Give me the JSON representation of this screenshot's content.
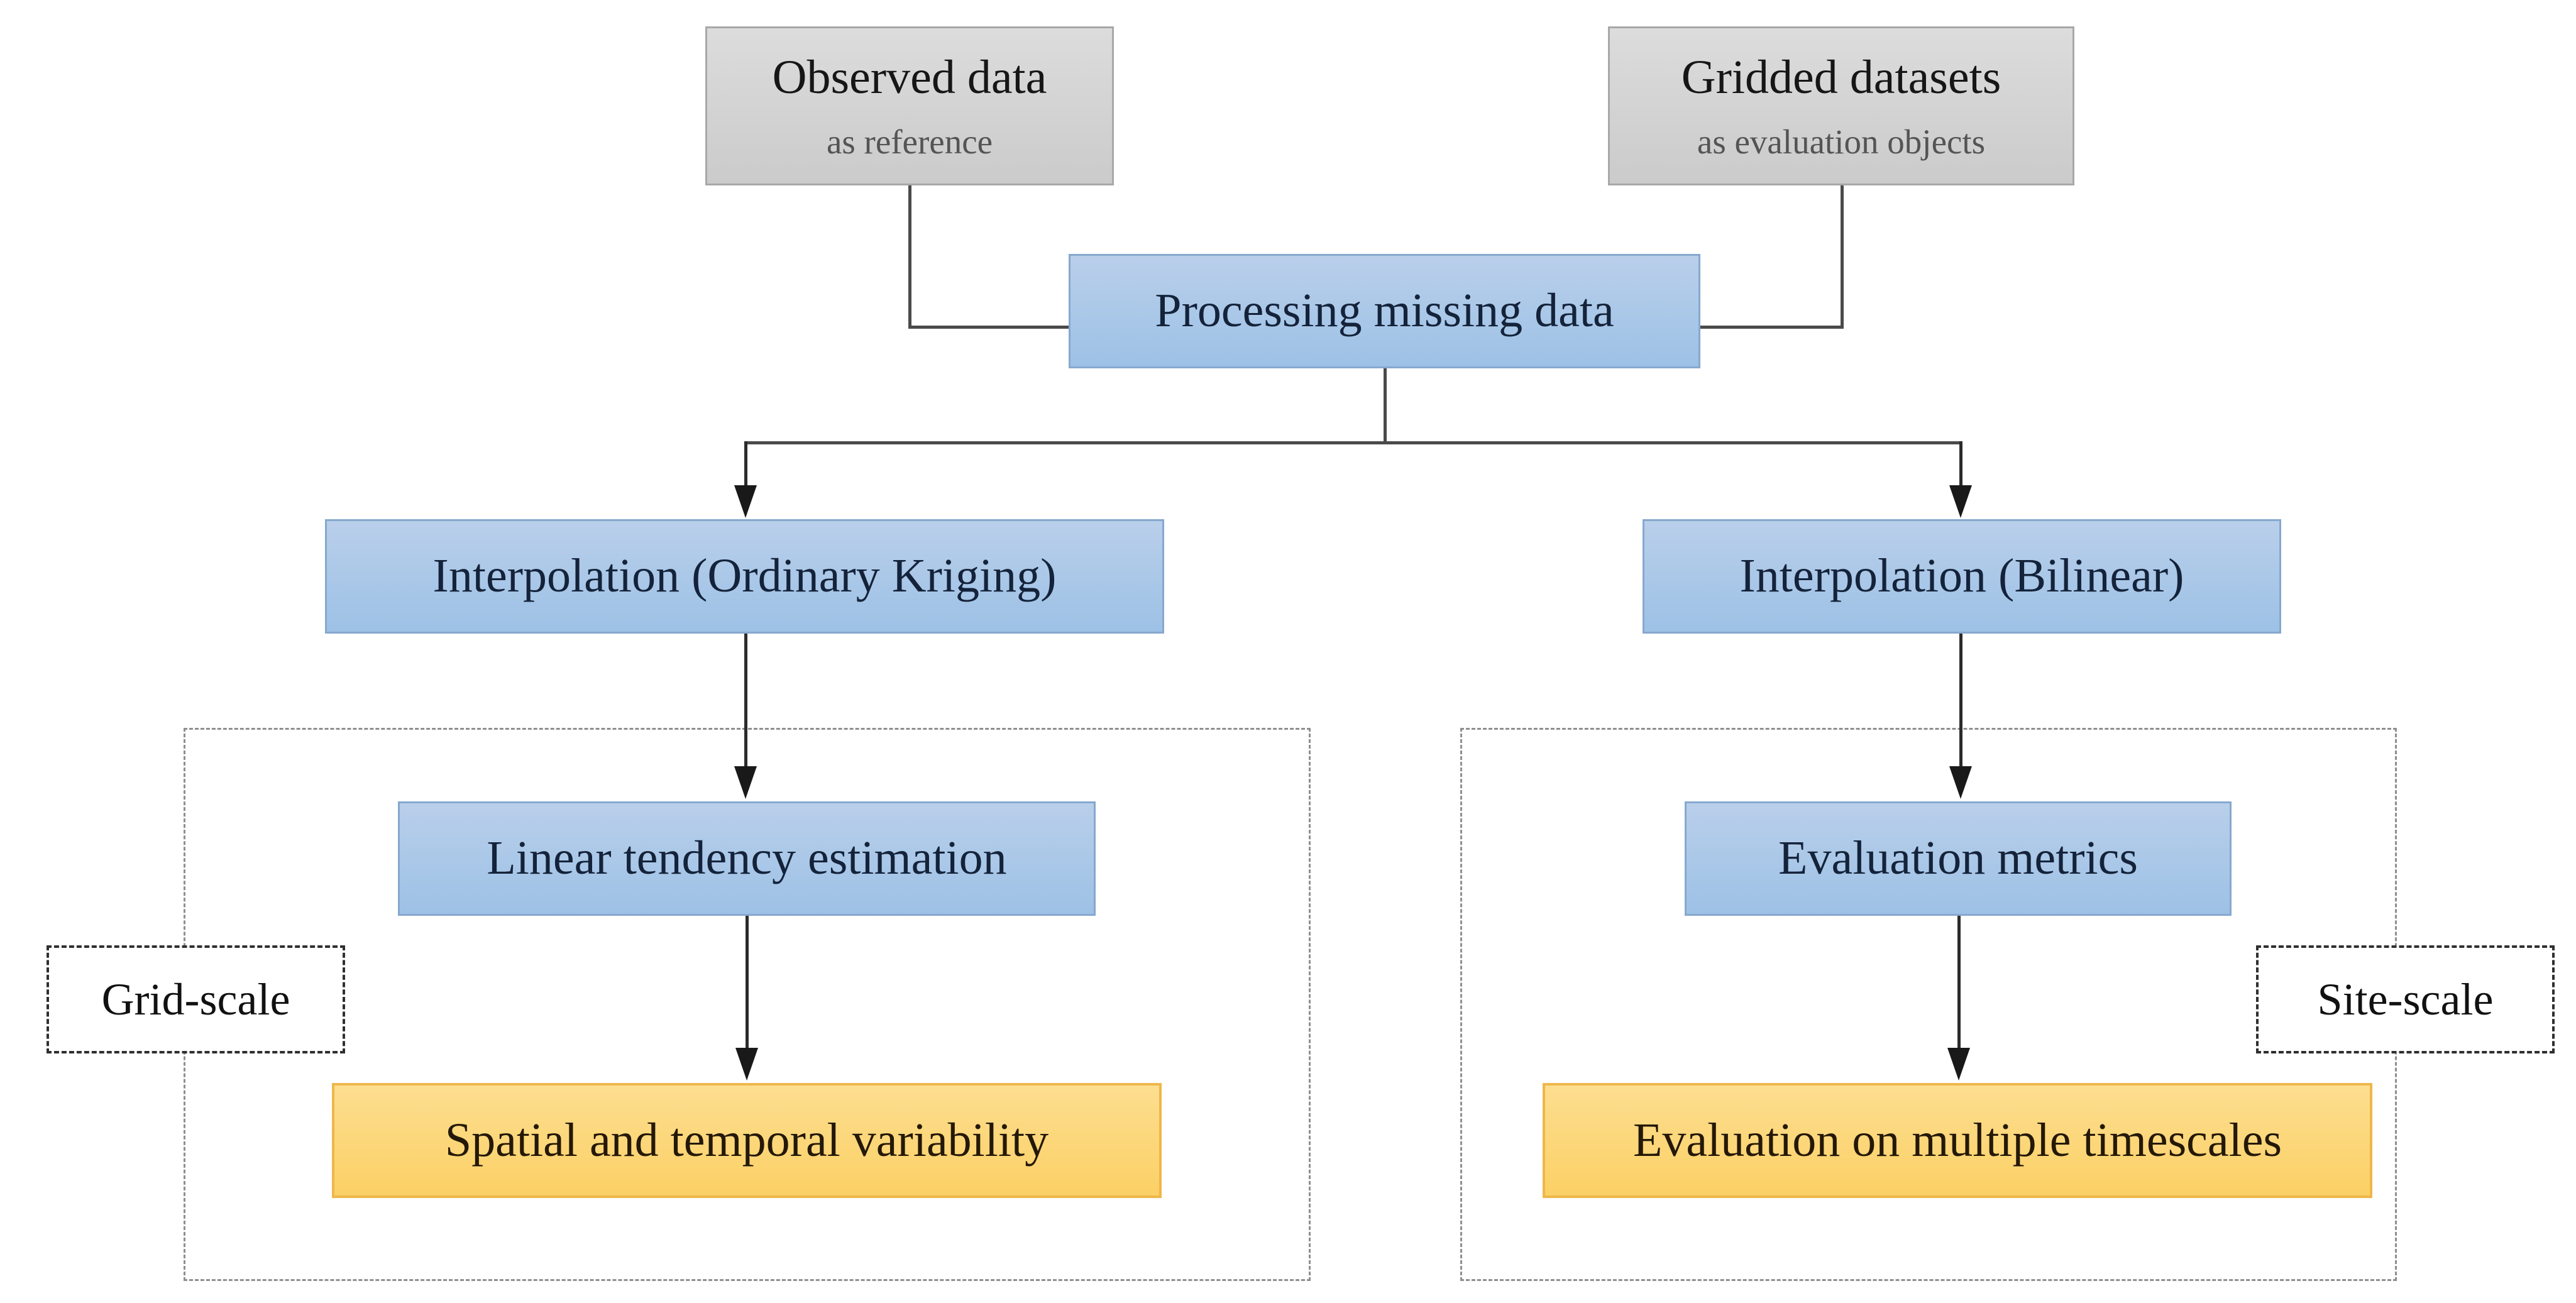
{
  "nodes": {
    "observed": {
      "title": "Observed data",
      "subtitle": "as reference"
    },
    "gridded": {
      "title": "Gridded datasets",
      "subtitle": "as evaluation objects"
    },
    "processing": {
      "label": "Processing missing data"
    },
    "kriging": {
      "label": "Interpolation (Ordinary Kriging)"
    },
    "bilinear": {
      "label": "Interpolation (Bilinear)"
    },
    "tendency": {
      "label": "Linear tendency estimation"
    },
    "metrics": {
      "label": "Evaluation metrics"
    },
    "spatial": {
      "label": "Spatial and temporal variability"
    },
    "timescales": {
      "label": "Evaluation on multiple timescales"
    },
    "grid_scale": {
      "label": "Grid-scale"
    },
    "site_scale": {
      "label": "Site-scale"
    }
  },
  "colors": {
    "background": "#ffffff",
    "gray_fill_top": "#dcdcdc",
    "gray_fill_bottom": "#cbcbcb",
    "gray_border": "#a8a8a8",
    "subtitle_text": "#545454",
    "blue_fill_top": "#b9cfea",
    "blue_fill_bottom": "#9dc1e6",
    "blue_border": "#86a8ce",
    "blue_text": "#14233a",
    "orange_fill_top": "#fdde90",
    "orange_fill_bottom": "#fbd065",
    "orange_border": "#eeb74a",
    "orange_text": "#241807",
    "connector": "#4a4a4a",
    "arrow": "#191919",
    "dashed_container_border": "#8f8f8f",
    "label_border": "#2f2f2f"
  }
}
